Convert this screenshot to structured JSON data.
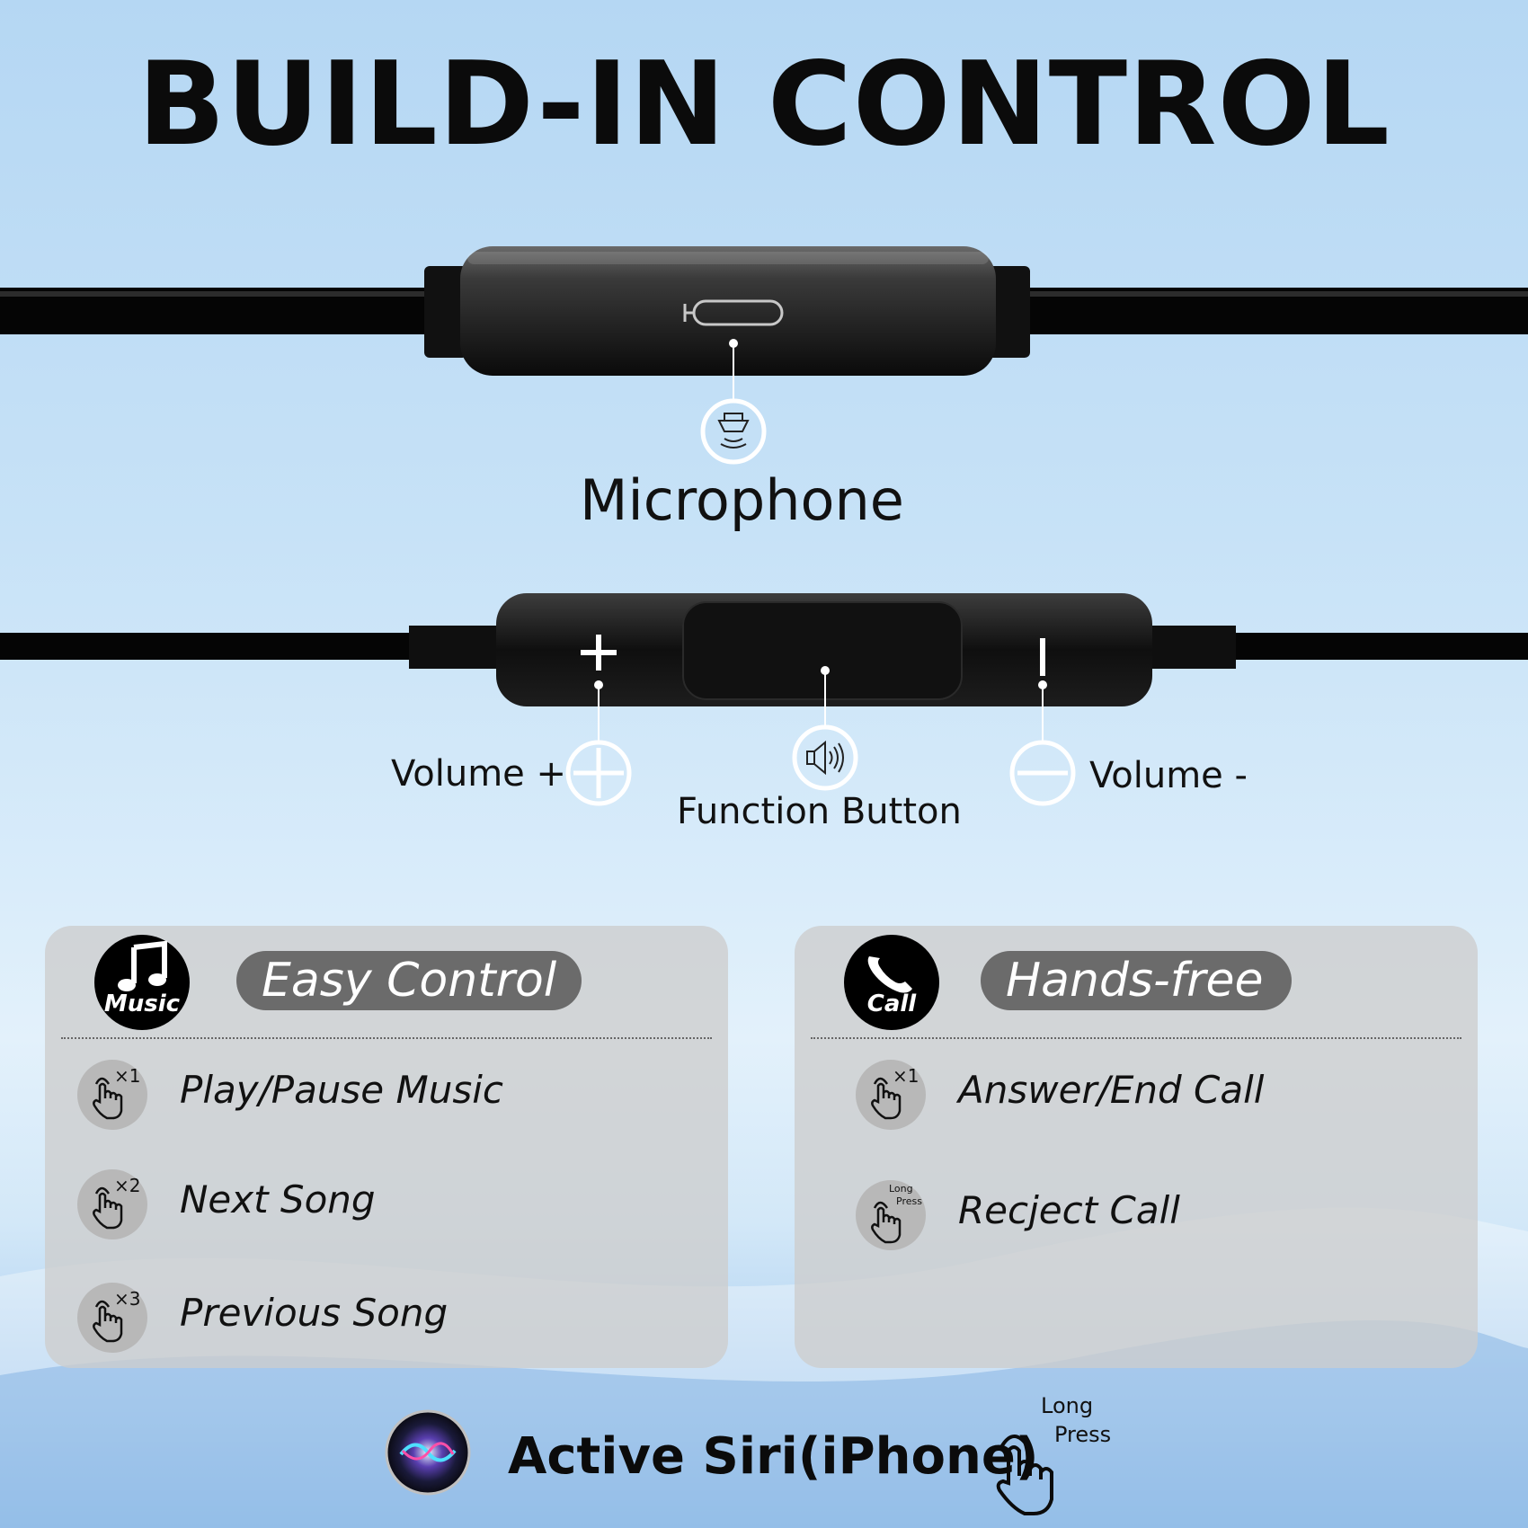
{
  "title": "BUILD-IN CONTROL",
  "labels": {
    "microphone": "Microphone",
    "volume_up": "Volume +",
    "function_button": "Function Button",
    "volume_down": "Volume -"
  },
  "panels": [
    {
      "badge_icon": "music-note-icon",
      "badge_text": "Music",
      "heading": "Easy Control",
      "rows": [
        {
          "icon": "tap-hand-icon",
          "count": "×1",
          "text": "Play/Pause Music"
        },
        {
          "icon": "tap-hand-icon",
          "count": "×2",
          "text": "Next Song"
        },
        {
          "icon": "tap-hand-icon",
          "count": "×3",
          "text": "Previous Song"
        }
      ]
    },
    {
      "badge_icon": "phone-icon",
      "badge_text": "Call",
      "heading": "Hands-free",
      "rows": [
        {
          "icon": "tap-hand-icon",
          "count": "×1",
          "text": "Answer/End Call"
        },
        {
          "icon": "tap-hand-icon",
          "long": "Long",
          "press": "Press",
          "text": "Recject Call"
        }
      ]
    }
  ],
  "siri": {
    "icon": "siri-orb-icon",
    "text": "Active Siri(iPhone)",
    "long": "Long",
    "press": "Press"
  },
  "colors": {
    "cable": "#050505",
    "pill": "#6b6b6b",
    "panel": "#cdcdcd"
  }
}
